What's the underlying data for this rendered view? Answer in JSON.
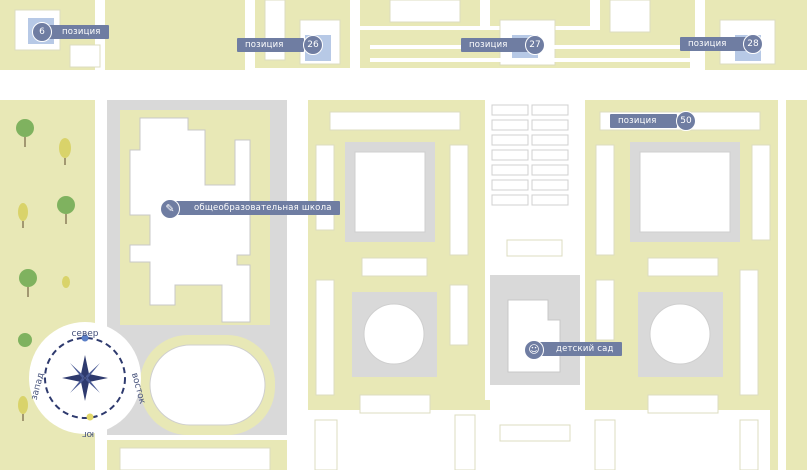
{
  "labels": {
    "pos_top_left": "позиция",
    "pos_top_left_num": "6",
    "pos_26": "позиция",
    "pos_26_num": "26",
    "pos_27": "позиция",
    "pos_27_num": "27",
    "pos_28": "позиция",
    "pos_28_num": "28",
    "pos_50": "позиция",
    "pos_50_num": "50",
    "school": "общеобразовательная школа",
    "kindergarten": "детский сад"
  },
  "compass": {
    "north": "север",
    "east": "восток",
    "south": "юг",
    "west": "запад"
  },
  "icons": {
    "school": "school-icon",
    "kindergarten": "kindergarten-icon",
    "parking": "parking-icon"
  },
  "colors": {
    "yard": "#e8e8b6",
    "building": "#ffffff",
    "road": "#ffffff",
    "paving": "#d9d9d9",
    "label": "#6f7da2",
    "tree": "#7fb25f",
    "tree_yellow": "#d9d36a",
    "water": "#b7c9e6",
    "compass_dark": "#2e3a6e"
  }
}
